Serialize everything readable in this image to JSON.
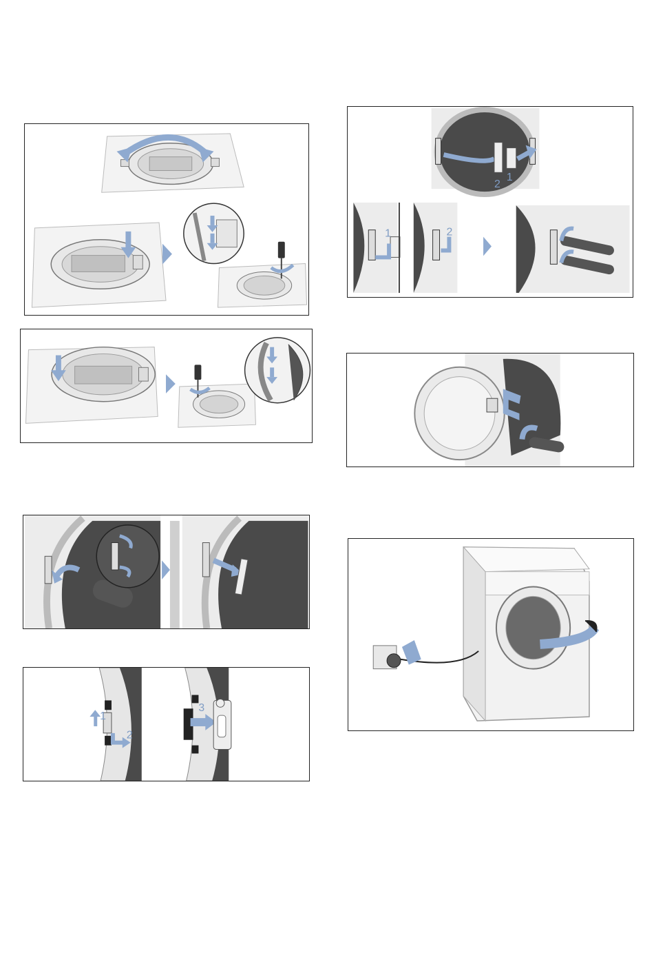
{
  "accent_color": "#8faad0",
  "panels": {
    "panel_c": {
      "labels": [
        "2",
        "1"
      ]
    },
    "panel_d": {
      "labels": [
        "1",
        "2"
      ]
    },
    "panel_g": {
      "labels": [
        "1",
        "2",
        "3"
      ]
    }
  }
}
